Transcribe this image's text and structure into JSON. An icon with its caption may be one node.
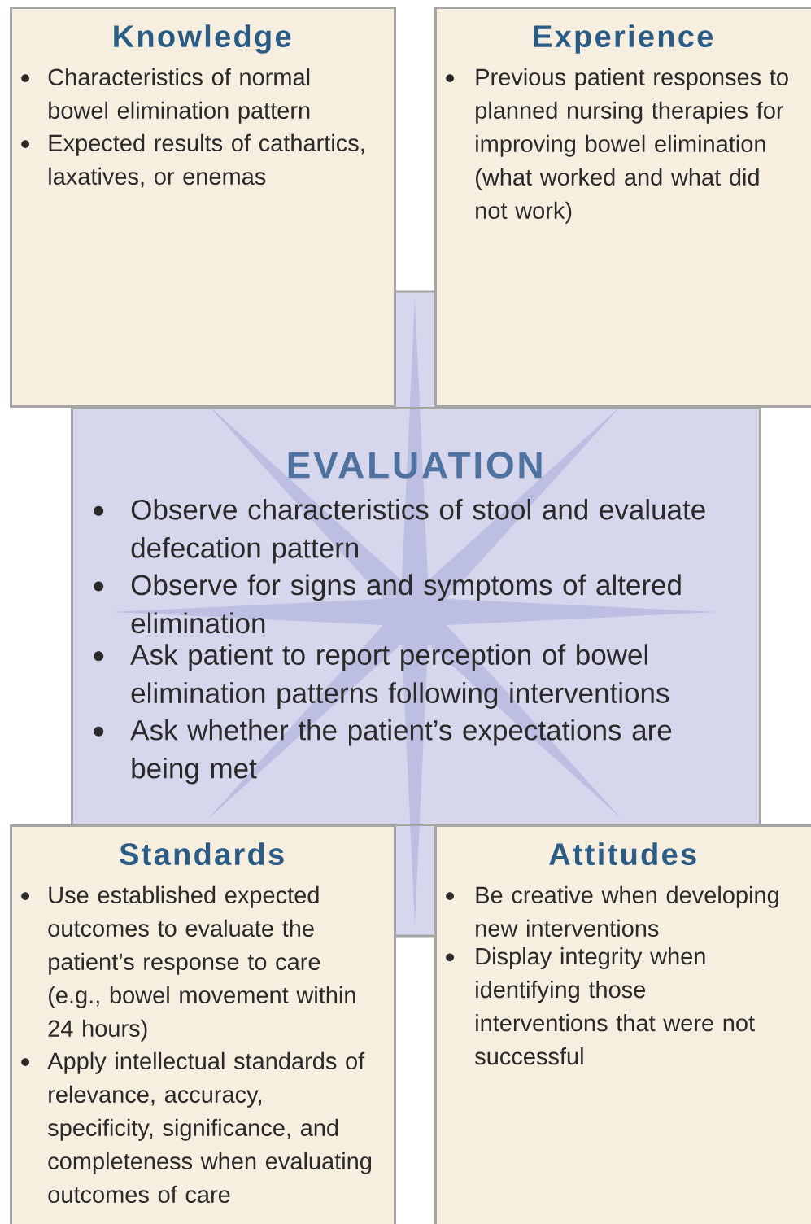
{
  "diagram": {
    "nodes": [
      {
        "text": [
          "Knowledge",
          "Characteristics of normal bowel elimination pattern",
          "Expected results of cathartics, laxatives, or enemas"
        ]
      },
      {
        "text": [
          "Experience",
          "Previous patient responses to planned nursing therapies for improving bowel elimination (what worked and what did not work)"
        ]
      },
      {
        "text": [
          "EVALUATION",
          "Observe characteristics of stool and evaluate defecation pattern",
          "Observe for signs and symptoms of altered elimination",
          "Ask patient to report perception of bowel elimination patterns following interventions",
          "Ask whether the patient’s expectations are being met"
        ]
      },
      {
        "text": [
          "Standards",
          "Use established expected outcomes to evaluate the patient’s response to care (e.g., bowel movement within 24 hours)",
          "Apply intellectual standards of relevance, accuracy, specificity, significance, and completeness when evaluating outcomes of care"
        ]
      },
      {
        "text": [
          "Attitudes",
          "Be creative when developing new interventions",
          "Display integrity when identifying those interventions that were not successful"
        ]
      }
    ]
  }
}
